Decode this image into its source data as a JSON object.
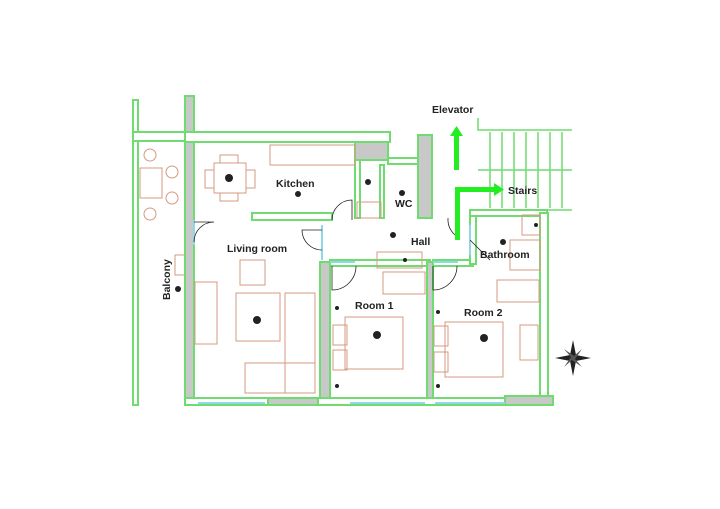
{
  "plan": {
    "labels": {
      "elevator": "Elevator",
      "stairs": "Stairs",
      "kitchen": "Kitchen",
      "wc": "WC",
      "hall": "Hall",
      "living_room": "Living room",
      "bathroom": "Bathroom",
      "balcony": "Balcony",
      "room1": "Room 1",
      "room2": "Room 2"
    },
    "colors": {
      "walls": "#6fdc6f",
      "arrows": "#22ee22",
      "furniture": "#d49a80",
      "windows": "#8fd8e8"
    },
    "icons": [
      "compass-rose-icon",
      "ceiling-light-icon",
      "arrow-up-icon",
      "arrow-right-icon"
    ]
  }
}
